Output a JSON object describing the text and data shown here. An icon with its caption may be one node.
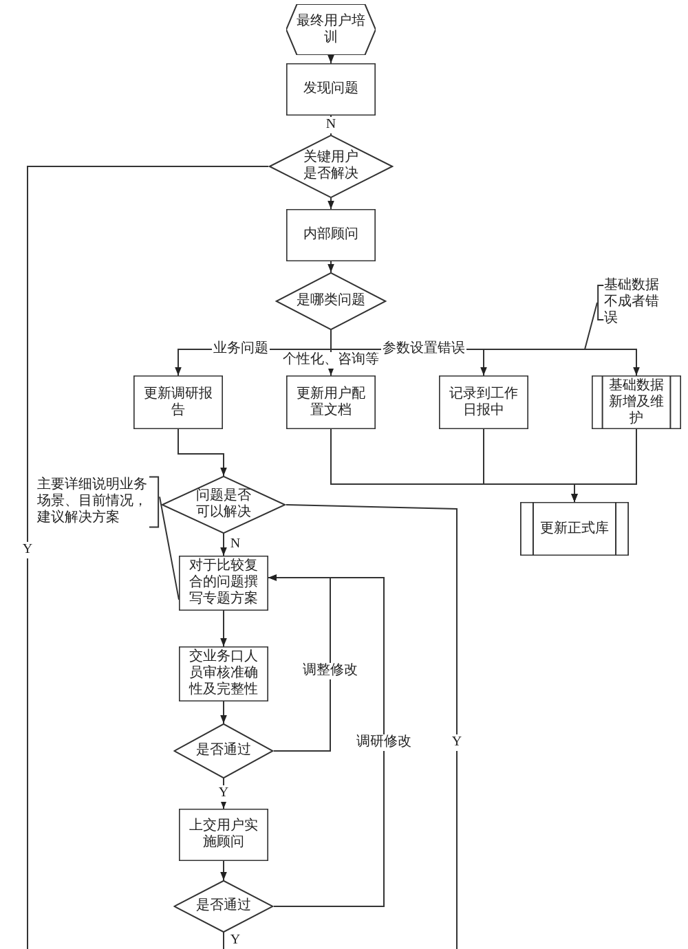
{
  "diagram": {
    "nodes": [
      {
        "text": [
          "最终用户培训"
        ]
      },
      {
        "text": [
          "发现问题"
        ]
      },
      {
        "text": [
          "关键用户是否解决"
        ]
      },
      {
        "text": [
          "内部顾问"
        ]
      },
      {
        "text": [
          "是哪类问题"
        ]
      },
      {
        "text": [
          "更新调研报告"
        ]
      },
      {
        "text": [
          "更新用户配置文档"
        ]
      },
      {
        "text": [
          "记录到工作日报中"
        ]
      },
      {
        "text": [
          "基础数据新增及维护"
        ]
      },
      {
        "text": [
          "基础数据不成者错误"
        ]
      },
      {
        "text": [
          "更新正式库"
        ]
      },
      {
        "text": [
          "问题是否可以解决"
        ]
      },
      {
        "text": [
          "主要详细说明业务场景、目前情况，建议解决方案"
        ]
      },
      {
        "text": [
          "对于比较复合的问题撰写专题方案"
        ]
      },
      {
        "text": [
          "交业务口人员审核准确性及完整性"
        ]
      },
      {
        "text": [
          "是否通过"
        ]
      },
      {
        "text": [
          "上交用户实施顾问"
        ]
      },
      {
        "text": [
          "是否通过"
        ]
      }
    ],
    "edges": [
      {
        "from": 0,
        "to": 1,
        "arrow": "to"
      },
      {
        "from": 1,
        "to": 2,
        "arrow": "to",
        "label": "N"
      },
      {
        "from": 2,
        "to": 3,
        "arrow": "to"
      },
      {
        "from": 3,
        "to": 4,
        "arrow": "to"
      },
      {
        "from": 4,
        "to": 5,
        "arrow": "to",
        "label": "业务问题"
      },
      {
        "from": 4,
        "to": 6,
        "arrow": "to",
        "label": "个性化、咨询等"
      },
      {
        "from": 4,
        "to": 7,
        "arrow": "to",
        "label": "参数设置错误"
      },
      {
        "from": 4,
        "to": 8,
        "arrow": "to"
      },
      {
        "from": 5,
        "to": 11,
        "arrow": "to"
      },
      {
        "from": 6,
        "to": 10,
        "arrow": "to"
      },
      {
        "from": 7,
        "to": 10,
        "arrow": "to"
      },
      {
        "from": 8,
        "to": 10,
        "arrow": "to"
      },
      {
        "from": 2,
        "to": null,
        "arrow": "none",
        "label": "Y"
      },
      {
        "from": 11,
        "to": null,
        "arrow": "none",
        "label": "Y"
      },
      {
        "from": 11,
        "to": 13,
        "arrow": "to",
        "label": "N"
      },
      {
        "from": 13,
        "to": 14,
        "arrow": "to"
      },
      {
        "from": 14,
        "to": 15,
        "arrow": "to"
      },
      {
        "from": 15,
        "to": 13,
        "arrow": "to",
        "label": "调整修改"
      },
      {
        "from": 15,
        "to": 16,
        "arrow": "to",
        "label": "Y"
      },
      {
        "from": 16,
        "to": 17,
        "arrow": "to"
      },
      {
        "from": 17,
        "to": 13,
        "arrow": "to",
        "label": "调研修改"
      },
      {
        "from": 17,
        "to": null,
        "arrow": "none",
        "label": "Y"
      },
      {
        "from": 12,
        "to": 13,
        "arrow": "none"
      },
      {
        "from": 9,
        "to": null,
        "arrow": "none"
      }
    ]
  }
}
